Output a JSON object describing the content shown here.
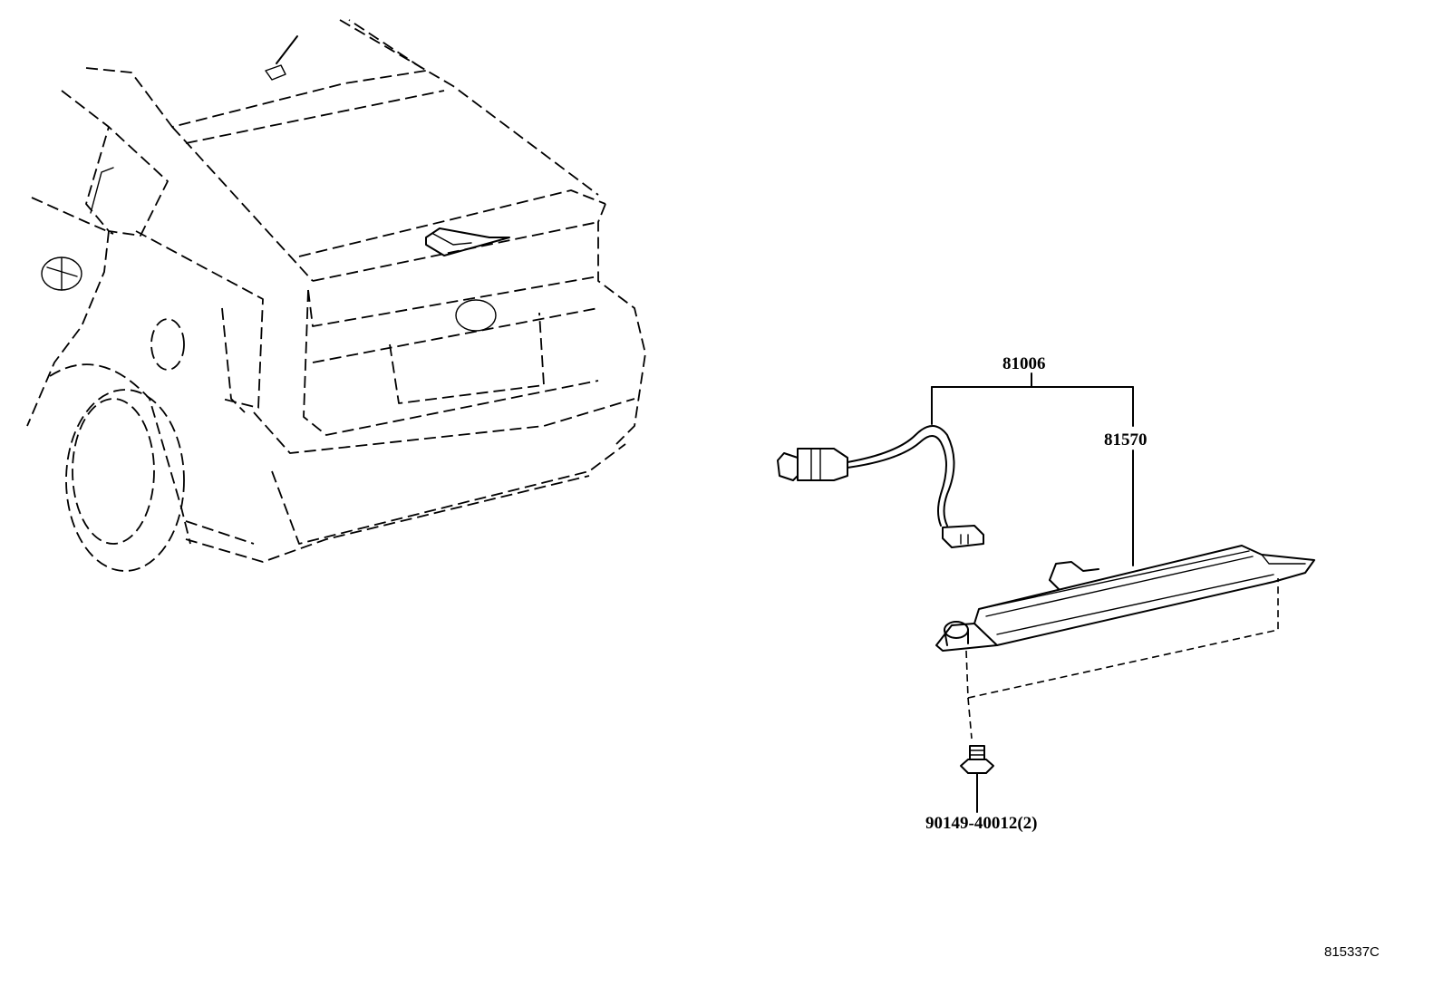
{
  "diagram": {
    "parts": {
      "assembly": "81006",
      "lamp": "81570",
      "screw": "90149-40012(2)"
    },
    "reference_code": "815337C"
  }
}
